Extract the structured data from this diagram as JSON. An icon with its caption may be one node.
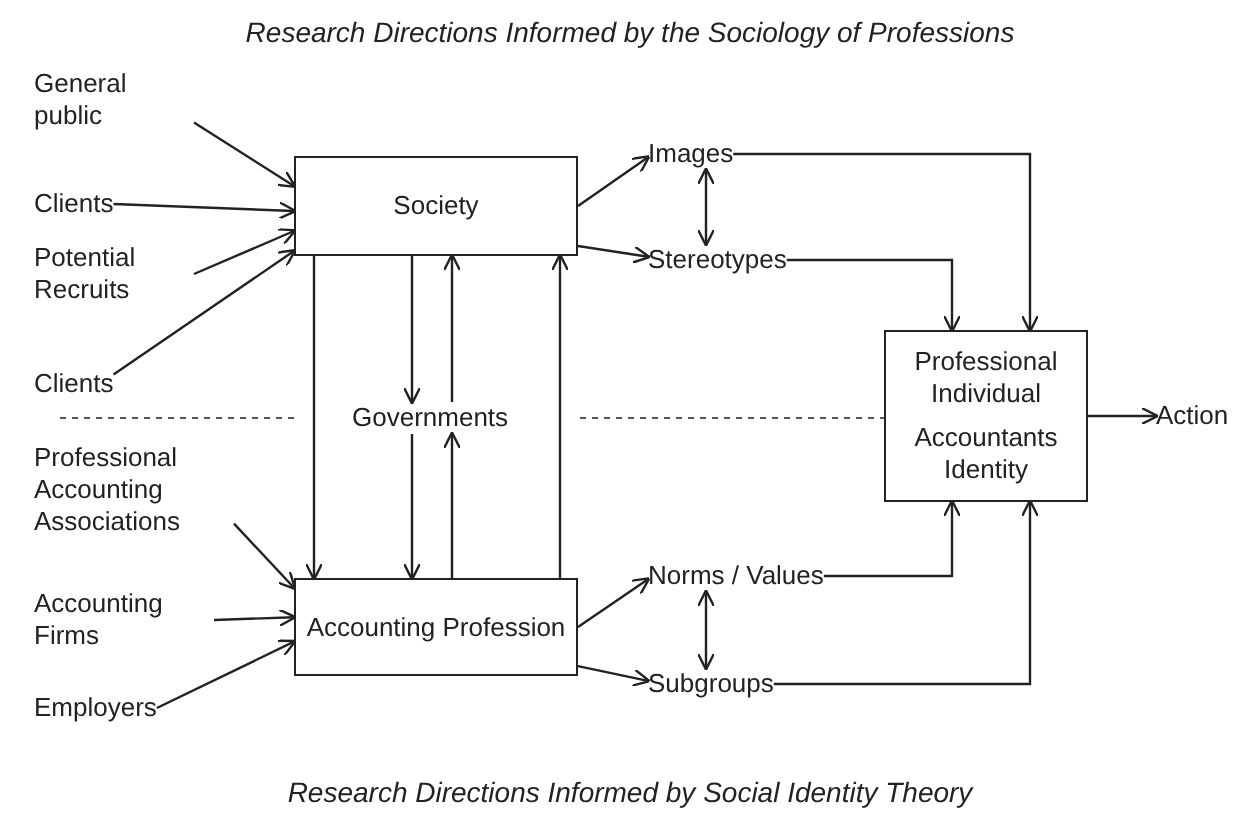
{
  "diagram": {
    "title": "Research Directions Informed by the Sociology of Professions",
    "caption": "Research Directions Informed by Social Identity Theory",
    "nodes": [
      {
        "text": [
          "General public"
        ]
      },
      {
        "text": [
          "Clients"
        ]
      },
      {
        "text": [
          "Potential Recruits"
        ]
      },
      {
        "text": [
          "Clients"
        ]
      },
      {
        "text": [
          "Society"
        ]
      },
      {
        "text": [
          "Governments"
        ]
      },
      {
        "text": [
          "Professional Accounting Associations"
        ]
      },
      {
        "text": [
          "Accounting Firms"
        ]
      },
      {
        "text": [
          "Employers"
        ]
      },
      {
        "text": [
          "Accounting Profession"
        ]
      },
      {
        "text": [
          "Images"
        ]
      },
      {
        "text": [
          "Stereotypes"
        ]
      },
      {
        "text": [
          "Norms / Values"
        ]
      },
      {
        "text": [
          "Subgroups"
        ]
      },
      {
        "text": [
          "Professional Individual",
          "Accountants Identity"
        ]
      },
      {
        "text": [
          "Action"
        ]
      }
    ],
    "edges": [
      {
        "from": 0,
        "to": 4,
        "arrow": "to"
      },
      {
        "from": 1,
        "to": 4,
        "arrow": "to"
      },
      {
        "from": 2,
        "to": 4,
        "arrow": "to"
      },
      {
        "from": 3,
        "to": 4,
        "arrow": "to"
      },
      {
        "from": 4,
        "to": 10,
        "arrow": "to"
      },
      {
        "from": 4,
        "to": 11,
        "arrow": "to"
      },
      {
        "from": 10,
        "to": 11,
        "arrow": "both"
      },
      {
        "from": 4,
        "to": 9,
        "arrow": "to"
      },
      {
        "from": 4,
        "to": 5,
        "arrow": "to"
      },
      {
        "from": 5,
        "to": 4,
        "arrow": "to"
      },
      {
        "from": 5,
        "to": 9,
        "arrow": "to"
      },
      {
        "from": 9,
        "to": 5,
        "arrow": "to"
      },
      {
        "from": 9,
        "to": 4,
        "arrow": "to"
      },
      {
        "from": 6,
        "to": 9,
        "arrow": "to"
      },
      {
        "from": 7,
        "to": 9,
        "arrow": "to"
      },
      {
        "from": 8,
        "to": 9,
        "arrow": "to"
      },
      {
        "from": 9,
        "to": 12,
        "arrow": "to"
      },
      {
        "from": 9,
        "to": 13,
        "arrow": "to"
      },
      {
        "from": 12,
        "to": 13,
        "arrow": "both"
      },
      {
        "from": 10,
        "to": 14,
        "arrow": "to"
      },
      {
        "from": 11,
        "to": 14,
        "arrow": "to"
      },
      {
        "from": 12,
        "to": 14,
        "arrow": "to"
      },
      {
        "from": 13,
        "to": 14,
        "arrow": "to"
      },
      {
        "from": 14,
        "to": 15,
        "arrow": "to"
      }
    ]
  }
}
